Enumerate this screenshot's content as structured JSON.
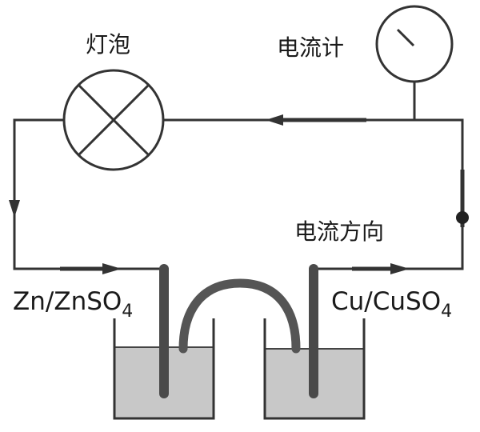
{
  "labels": {
    "bulb": "灯泡",
    "ammeter": "电流计",
    "current_direction": "电流方向",
    "left_electrode": "Zn/ZnSO",
    "left_subscript": "4",
    "right_electrode": "Cu/CuSO",
    "right_subscript": "4"
  },
  "colors": {
    "wire": "#333333",
    "electrode": "#4a4a4a",
    "salt_bridge": "#555555",
    "solution": "#c8c8c8",
    "beaker_outline": "#333333"
  }
}
